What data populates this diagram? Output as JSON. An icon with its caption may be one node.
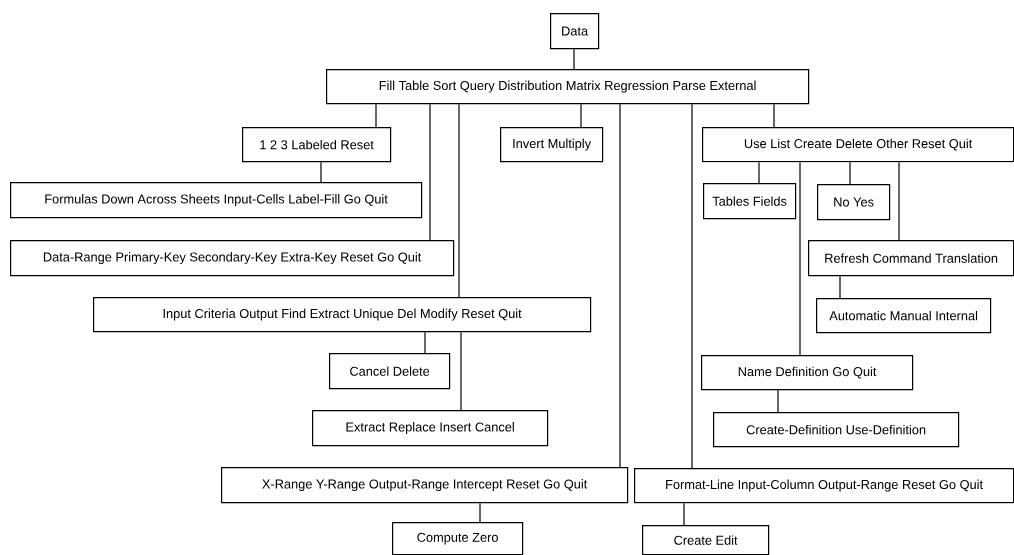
{
  "diagram": {
    "nodes": [
      {
        "text": [
          "Data"
        ]
      },
      {
        "text": [
          "Fill Table Sort Query Distribution Matrix Regression Parse External"
        ]
      },
      {
        "text": [
          "1 2 3 Labeled Reset"
        ]
      },
      {
        "text": [
          "Formulas Down Across Sheets Input-Cells Label-Fill Go Quit"
        ]
      },
      {
        "text": [
          "Data-Range Primary-Key Secondary-Key Extra-Key Reset Go Quit"
        ]
      },
      {
        "text": [
          "Input Criteria Output Find Extract Unique Del Modify Reset Quit"
        ]
      },
      {
        "text": [
          "Cancel Delete"
        ]
      },
      {
        "text": [
          "Extract Replace Insert Cancel"
        ]
      },
      {
        "text": [
          "X-Range Y-Range Output-Range Intercept Reset Go Quit"
        ]
      },
      {
        "text": [
          "Compute Zero"
        ]
      },
      {
        "text": [
          "Invert Multiply"
        ]
      },
      {
        "text": [
          "Use List Create Delete Other Reset Quit"
        ]
      },
      {
        "text": [
          "Tables Fields"
        ]
      },
      {
        "text": [
          "No Yes"
        ]
      },
      {
        "text": [
          "Refresh Command Translation"
        ]
      },
      {
        "text": [
          "Automatic Manual Internal"
        ]
      },
      {
        "text": [
          "Name Definition Go Quit"
        ]
      },
      {
        "text": [
          "Create-Definition Use-Definition"
        ]
      },
      {
        "text": [
          "Format-Line Input-Column Output-Range Reset Go Quit"
        ]
      },
      {
        "text": [
          "Create Edit"
        ]
      }
    ],
    "edges": [
      {
        "from": 0,
        "to": 1,
        "arrow": "none"
      },
      {
        "from": 1,
        "to": 2,
        "arrow": "none"
      },
      {
        "from": 2,
        "to": 3,
        "arrow": "none"
      },
      {
        "from": 1,
        "to": 4,
        "arrow": "none"
      },
      {
        "from": 1,
        "to": 5,
        "arrow": "none"
      },
      {
        "from": 5,
        "to": 6,
        "arrow": "none"
      },
      {
        "from": 5,
        "to": 7,
        "arrow": "none"
      },
      {
        "from": 1,
        "to": 10,
        "arrow": "none"
      },
      {
        "from": 1,
        "to": 8,
        "arrow": "none"
      },
      {
        "from": 8,
        "to": 9,
        "arrow": "none"
      },
      {
        "from": 1,
        "to": 18,
        "arrow": "none"
      },
      {
        "from": 18,
        "to": 19,
        "arrow": "none"
      },
      {
        "from": 1,
        "to": 11,
        "arrow": "none"
      },
      {
        "from": 11,
        "to": 12,
        "arrow": "none"
      },
      {
        "from": 11,
        "to": 16,
        "arrow": "none"
      },
      {
        "from": 16,
        "to": 17,
        "arrow": "none"
      },
      {
        "from": 11,
        "to": 13,
        "arrow": "none"
      },
      {
        "from": 11,
        "to": 14,
        "arrow": "none"
      },
      {
        "from": 14,
        "to": 15,
        "arrow": "none"
      }
    ]
  }
}
